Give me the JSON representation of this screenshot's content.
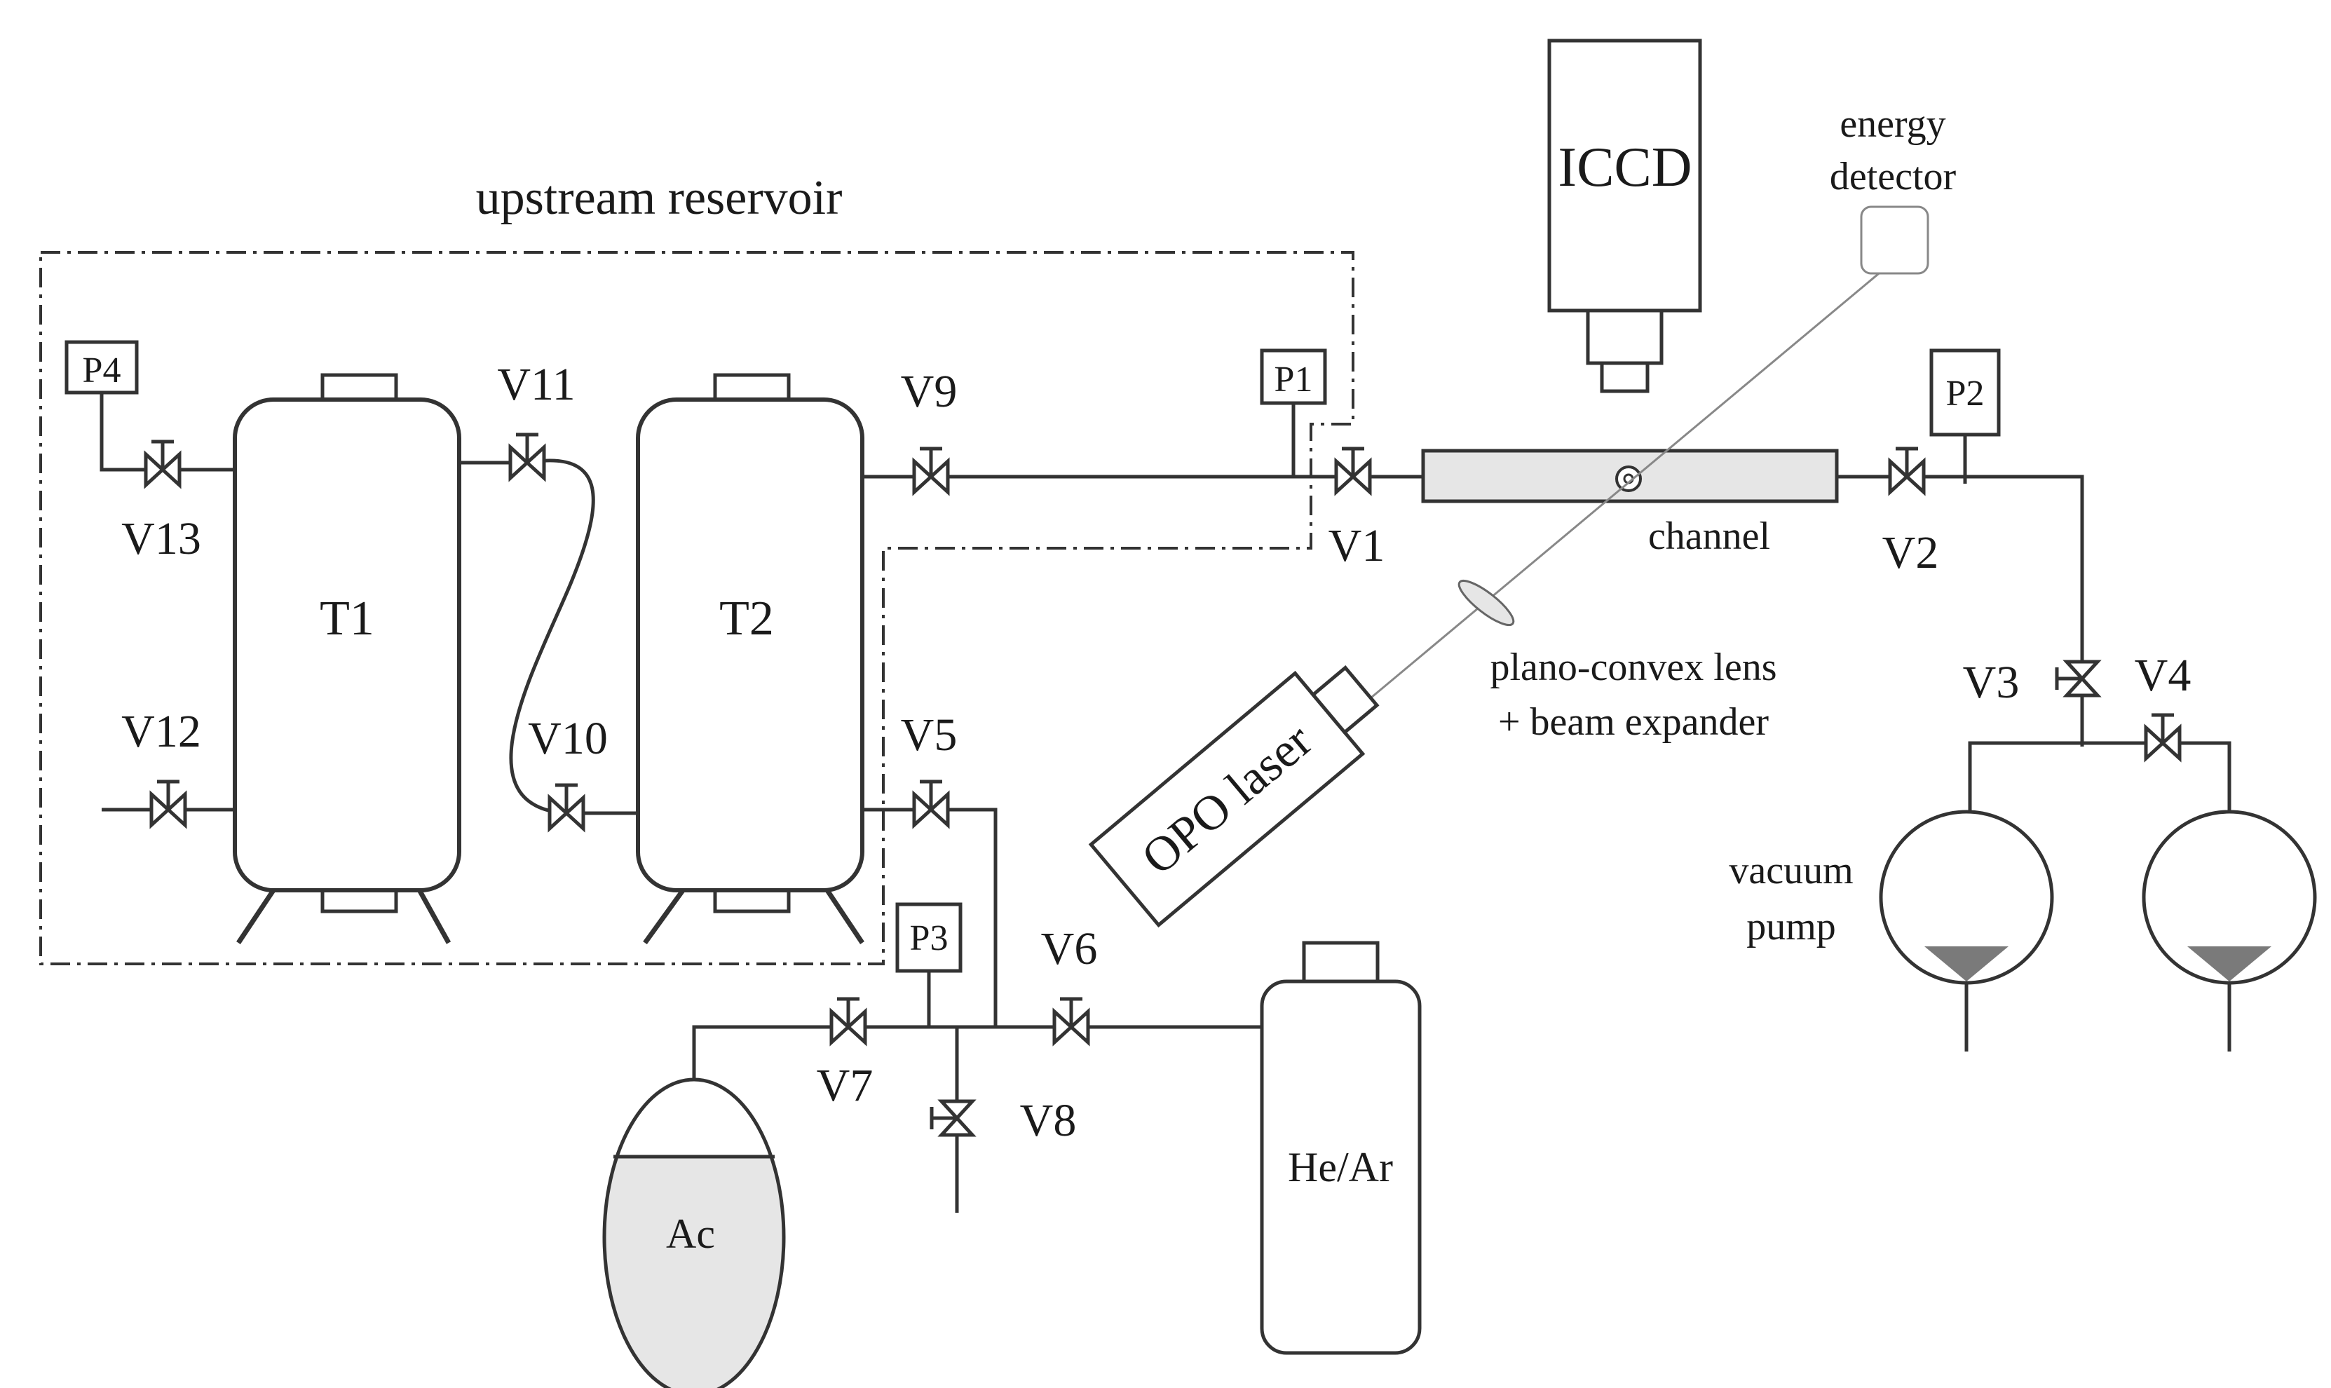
{
  "title": "upstream reservoir",
  "colors": {
    "line": "#333333",
    "fill_light": "#e6e6e6",
    "pump_triangle": "#7a7a7a",
    "beam": "#888888"
  },
  "tanks": {
    "t1": "T1",
    "t2": "T2"
  },
  "gauges": {
    "p1": "P1",
    "p2": "P2",
    "p3": "P3",
    "p4": "P4"
  },
  "valves": {
    "v1": "V1",
    "v2": "V2",
    "v3": "V3",
    "v4": "V4",
    "v5": "V5",
    "v6": "V6",
    "v7": "V7",
    "v8": "V8",
    "v9": "V9",
    "v10": "V10",
    "v11": "V11",
    "v12": "V12",
    "v13": "V13"
  },
  "components": {
    "iccd": "ICCD",
    "energy_detector": [
      "energy",
      "detector"
    ],
    "channel": "channel",
    "lens": [
      "plano-convex lens",
      "+ beam expander"
    ],
    "laser": "OPO laser",
    "vacuum_pump": [
      "vacuum",
      "pump"
    ],
    "gas_cylinder": "He/Ar",
    "ac_vessel": "Ac"
  }
}
